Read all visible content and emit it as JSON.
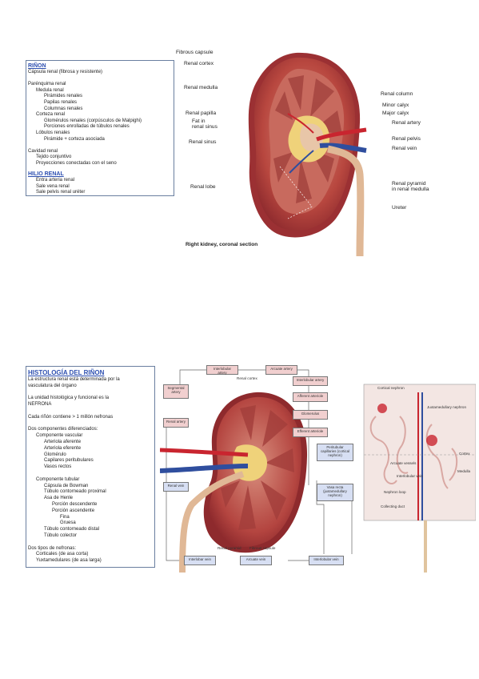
{
  "box1": {
    "title": "RIÑON",
    "lines": [
      {
        "t": "Cápsula renal (fibrosa y resistente)",
        "i": 0
      },
      {
        "t": "",
        "i": 0
      },
      {
        "t": "Parénquima renal",
        "i": 0
      },
      {
        "t": "Medula renal",
        "i": 1
      },
      {
        "t": "Pirámides renales",
        "i": 2
      },
      {
        "t": "Papilas renales",
        "i": 2
      },
      {
        "t": "Columnas renales",
        "i": 2
      },
      {
        "t": "Corteza renal",
        "i": 1
      },
      {
        "t": "Glomérulos renales (corpúsculos de Malpighi)",
        "i": 2
      },
      {
        "t": "Porciones enrolladas de túbulos renales",
        "i": 2
      },
      {
        "t": "Lóbulos renales",
        "i": 1
      },
      {
        "t": "Pirámide + corteza asociada",
        "i": 2
      },
      {
        "t": "",
        "i": 0
      },
      {
        "t": "Cavidad renal",
        "i": 0
      },
      {
        "t": "Tejido conjuntivo",
        "i": 1
      },
      {
        "t": "Proyecciones conectadas con el seno",
        "i": 1
      }
    ],
    "hilio_title": "HILIO RENAL",
    "hilio_lines": [
      "Entra arteria renal",
      "Sale vena renal",
      "Sale pelvis renal uréter"
    ]
  },
  "fig1": {
    "labels_left": [
      "Fibrous capsule",
      "Renal cortex",
      "Renal medulla",
      "Renal papilla",
      "Fat in\nrenal sinus",
      "Renal sinus",
      "Renal lobe"
    ],
    "labels_right": [
      "Renal column",
      "Minor calyx",
      "Major calyx",
      "Renal artery",
      "Renal pelvis",
      "Renal vein",
      "Renal pyramid\nin renal medulla",
      "Ureter"
    ],
    "caption": "Right kidney, coronal section"
  },
  "box2": {
    "title": "HISTOLOGÍA DEL RIÑON",
    "lines": [
      {
        "t": "La estructura renal está determinada por la",
        "i": 0
      },
      {
        "t": "vasculatura del órgano",
        "i": 0
      },
      {
        "t": "",
        "i": 0
      },
      {
        "t": "La unidad histológica y funcional es la",
        "i": 0
      },
      {
        "t": "NEFRONA",
        "i": 0
      },
      {
        "t": "",
        "i": 0
      },
      {
        "t": "Cada riñón contiene > 1 millón nefronas",
        "i": 0
      },
      {
        "t": "",
        "i": 0
      },
      {
        "t": "Dos componentes diferenciados:",
        "i": 0
      },
      {
        "t": "Componente vascular",
        "i": 1
      },
      {
        "t": "Arteriola aferente",
        "i": 2
      },
      {
        "t": "Arteriola eferente",
        "i": 2
      },
      {
        "t": "Glomérulo",
        "i": 2
      },
      {
        "t": "Capilares peritubulares",
        "i": 2
      },
      {
        "t": "Vasos rectos",
        "i": 2
      },
      {
        "t": "",
        "i": 0
      },
      {
        "t": "Componente tubular",
        "i": 1
      },
      {
        "t": "Cápsula de Bowman",
        "i": 2
      },
      {
        "t": "Túbulo contorneado proximal",
        "i": 2
      },
      {
        "t": "Asa de Henle",
        "i": 2
      },
      {
        "t": "Porción descendente",
        "i": 3
      },
      {
        "t": "Porción ascendente",
        "i": 3
      },
      {
        "t": "Fina",
        "i": 4
      },
      {
        "t": "Gruesa",
        "i": 4
      },
      {
        "t": "Túbulo contorneado distal",
        "i": 2
      },
      {
        "t": "Túbulo colector",
        "i": 2
      },
      {
        "t": "",
        "i": 0
      },
      {
        "t": "Dos tipos de nefronas:",
        "i": 0
      },
      {
        "t": "Corticales (de asa corta)",
        "i": 1
      },
      {
        "t": "Yuxtamedulares (de asa larga)",
        "i": 1
      }
    ]
  },
  "fig2": {
    "red_boxes": [
      "Interlobular artery",
      "Arcuate artery",
      "Segmental artery",
      "Interlobular artery",
      "Afferent arteriole",
      "Glomerulus",
      "Efferent arteriole",
      "Renal artery"
    ],
    "blue_boxes": [
      "Peritubular capillaries (cortical nephron)",
      "Vasa recta (juxtamedullary nephron)",
      "Renal vein",
      "Interlobar vein",
      "Arcuate vein",
      "Interlobular vein"
    ],
    "labels": [
      "Renal cortex",
      "Renal pyramid",
      "Fibrous capsule",
      "Cortical nephron",
      "Juxtamedullary nephron",
      "Cortex",
      "Medulla",
      "Arcuate vessels",
      "Interlobular vein",
      "Nephron loop",
      "Collecting duct"
    ]
  },
  "colors": {
    "heading": "#2d4fb0",
    "kidney": "#a8343a",
    "cortex": "#c45a54",
    "artery": "#c9252f",
    "vein": "#2f4e9e",
    "fat": "#efd27a"
  }
}
